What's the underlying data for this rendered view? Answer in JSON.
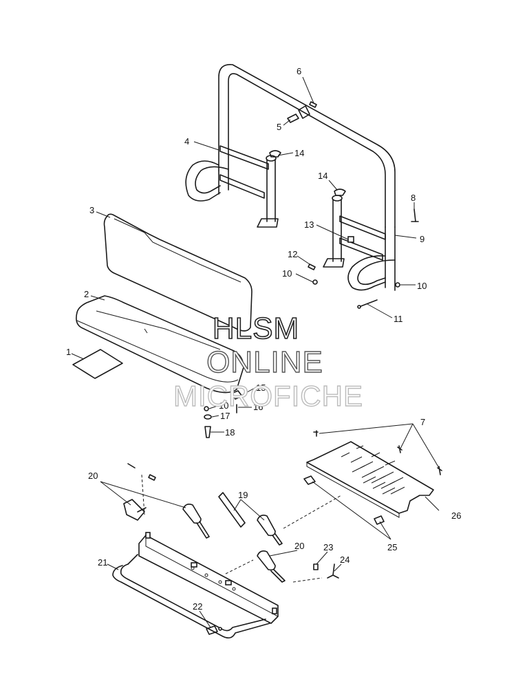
{
  "watermark": {
    "line1": "HLSM",
    "line2": "ONLINE",
    "line3": "MICROFICHE"
  },
  "callouts": {
    "c1": "1",
    "c2": "2",
    "c3": "3",
    "c4": "4",
    "c5": "5",
    "c6": "6",
    "c7": "7",
    "c8": "8",
    "c9": "9",
    "c10a": "10",
    "c10b": "10",
    "c10c": "10",
    "c11": "11",
    "c12": "12",
    "c13": "13",
    "c14a": "14",
    "c14b": "14",
    "c15": "15",
    "c16": "16",
    "c17": "17",
    "c18": "18",
    "c19": "19",
    "c20a": "20",
    "c20b": "20",
    "c21": "21",
    "c22": "22",
    "c23": "23",
    "c24": "24",
    "c25": "25",
    "c26": "26"
  }
}
